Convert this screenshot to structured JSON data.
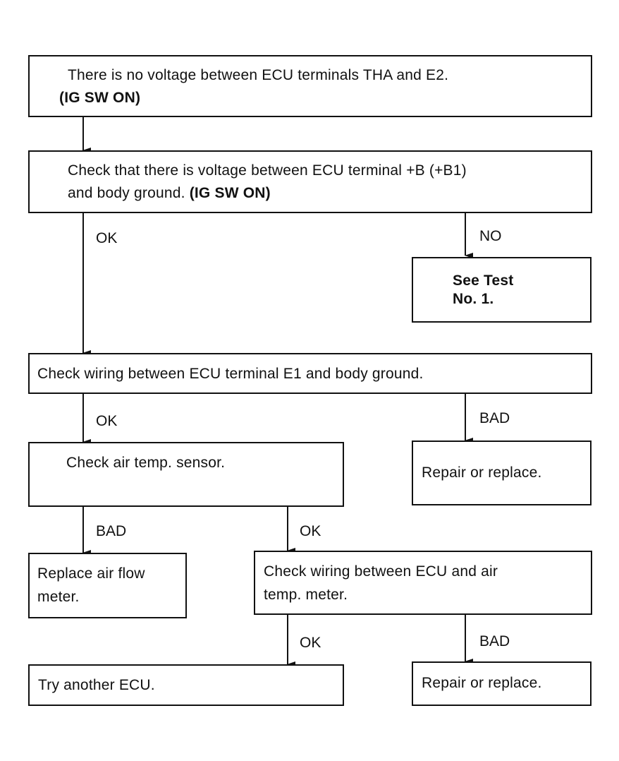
{
  "boxes": {
    "start": {
      "line1": "There is no voltage between ECU terminals THA and E2.",
      "line2": "(IG SW ON)"
    },
    "check_voltage": {
      "line1": "Check that there is voltage between ECU terminal  +B (+B1)",
      "line2_plain": "and body ground. ",
      "line2_bold": "(IG SW ON)"
    },
    "see_test": {
      "line1": "See Test",
      "line2": "No. 1."
    },
    "check_wiring_e1": {
      "line1": "Check wiring between ECU terminal E1 and body ground."
    },
    "check_air_temp": {
      "line1": "Check air temp. sensor."
    },
    "repair_replace_1": {
      "line1": "Repair or replace."
    },
    "replace_air_flow": {
      "line1": "Replace air flow",
      "line2": "meter."
    },
    "check_wiring_ecu": {
      "line1": "Check wiring between ECU and air",
      "line2": "temp. meter."
    },
    "try_another_ecu": {
      "line1": "Try another ECU."
    },
    "repair_replace_2": {
      "line1": "Repair or replace."
    }
  },
  "labels": {
    "ok_1": "OK",
    "no_1": "NO",
    "ok_2": "OK",
    "bad_1": "BAD",
    "bad_2": "BAD",
    "ok_3": "OK",
    "ok_4": "OK",
    "bad_3": "BAD"
  }
}
